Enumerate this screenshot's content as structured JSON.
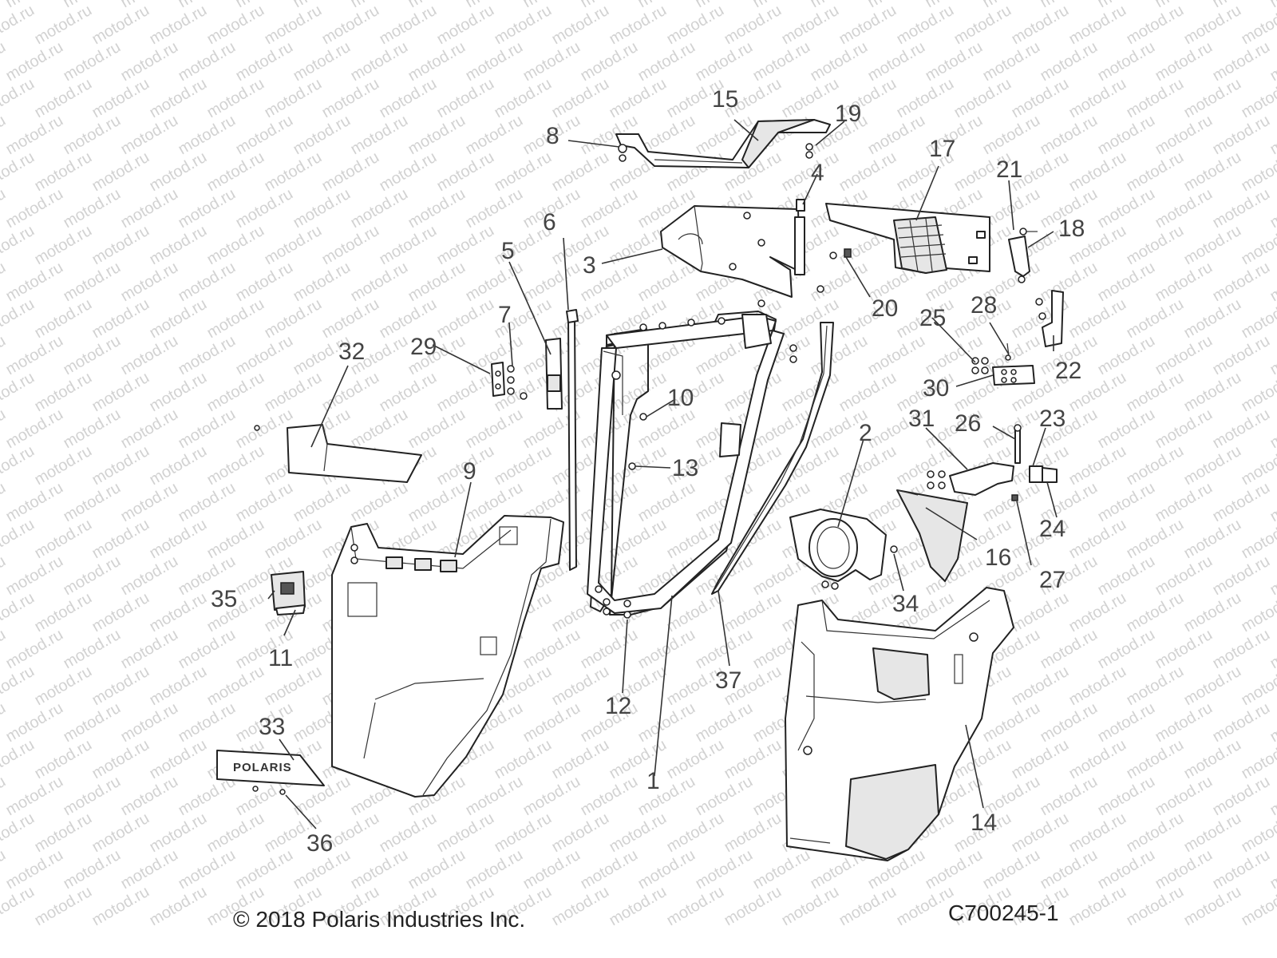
{
  "diagram": {
    "watermark": "motod.ru",
    "callouts": [
      "1",
      "2",
      "3",
      "4",
      "5",
      "6",
      "7",
      "8",
      "9",
      "10",
      "11",
      "12",
      "13",
      "14",
      "15",
      "16",
      "17",
      "18",
      "19",
      "20",
      "21",
      "22",
      "23",
      "24",
      "25",
      "26",
      "27",
      "28",
      "29",
      "30",
      "31",
      "32",
      "33",
      "34",
      "35",
      "36",
      "37"
    ],
    "badge_text": "POLARIS",
    "colors": {
      "line": "#222222",
      "label": "#444444",
      "watermark": "#d2d2d2"
    }
  },
  "footer": {
    "copyright": "© 2018 Polaris Industries Inc.",
    "drawing_id": "C700245-1"
  }
}
